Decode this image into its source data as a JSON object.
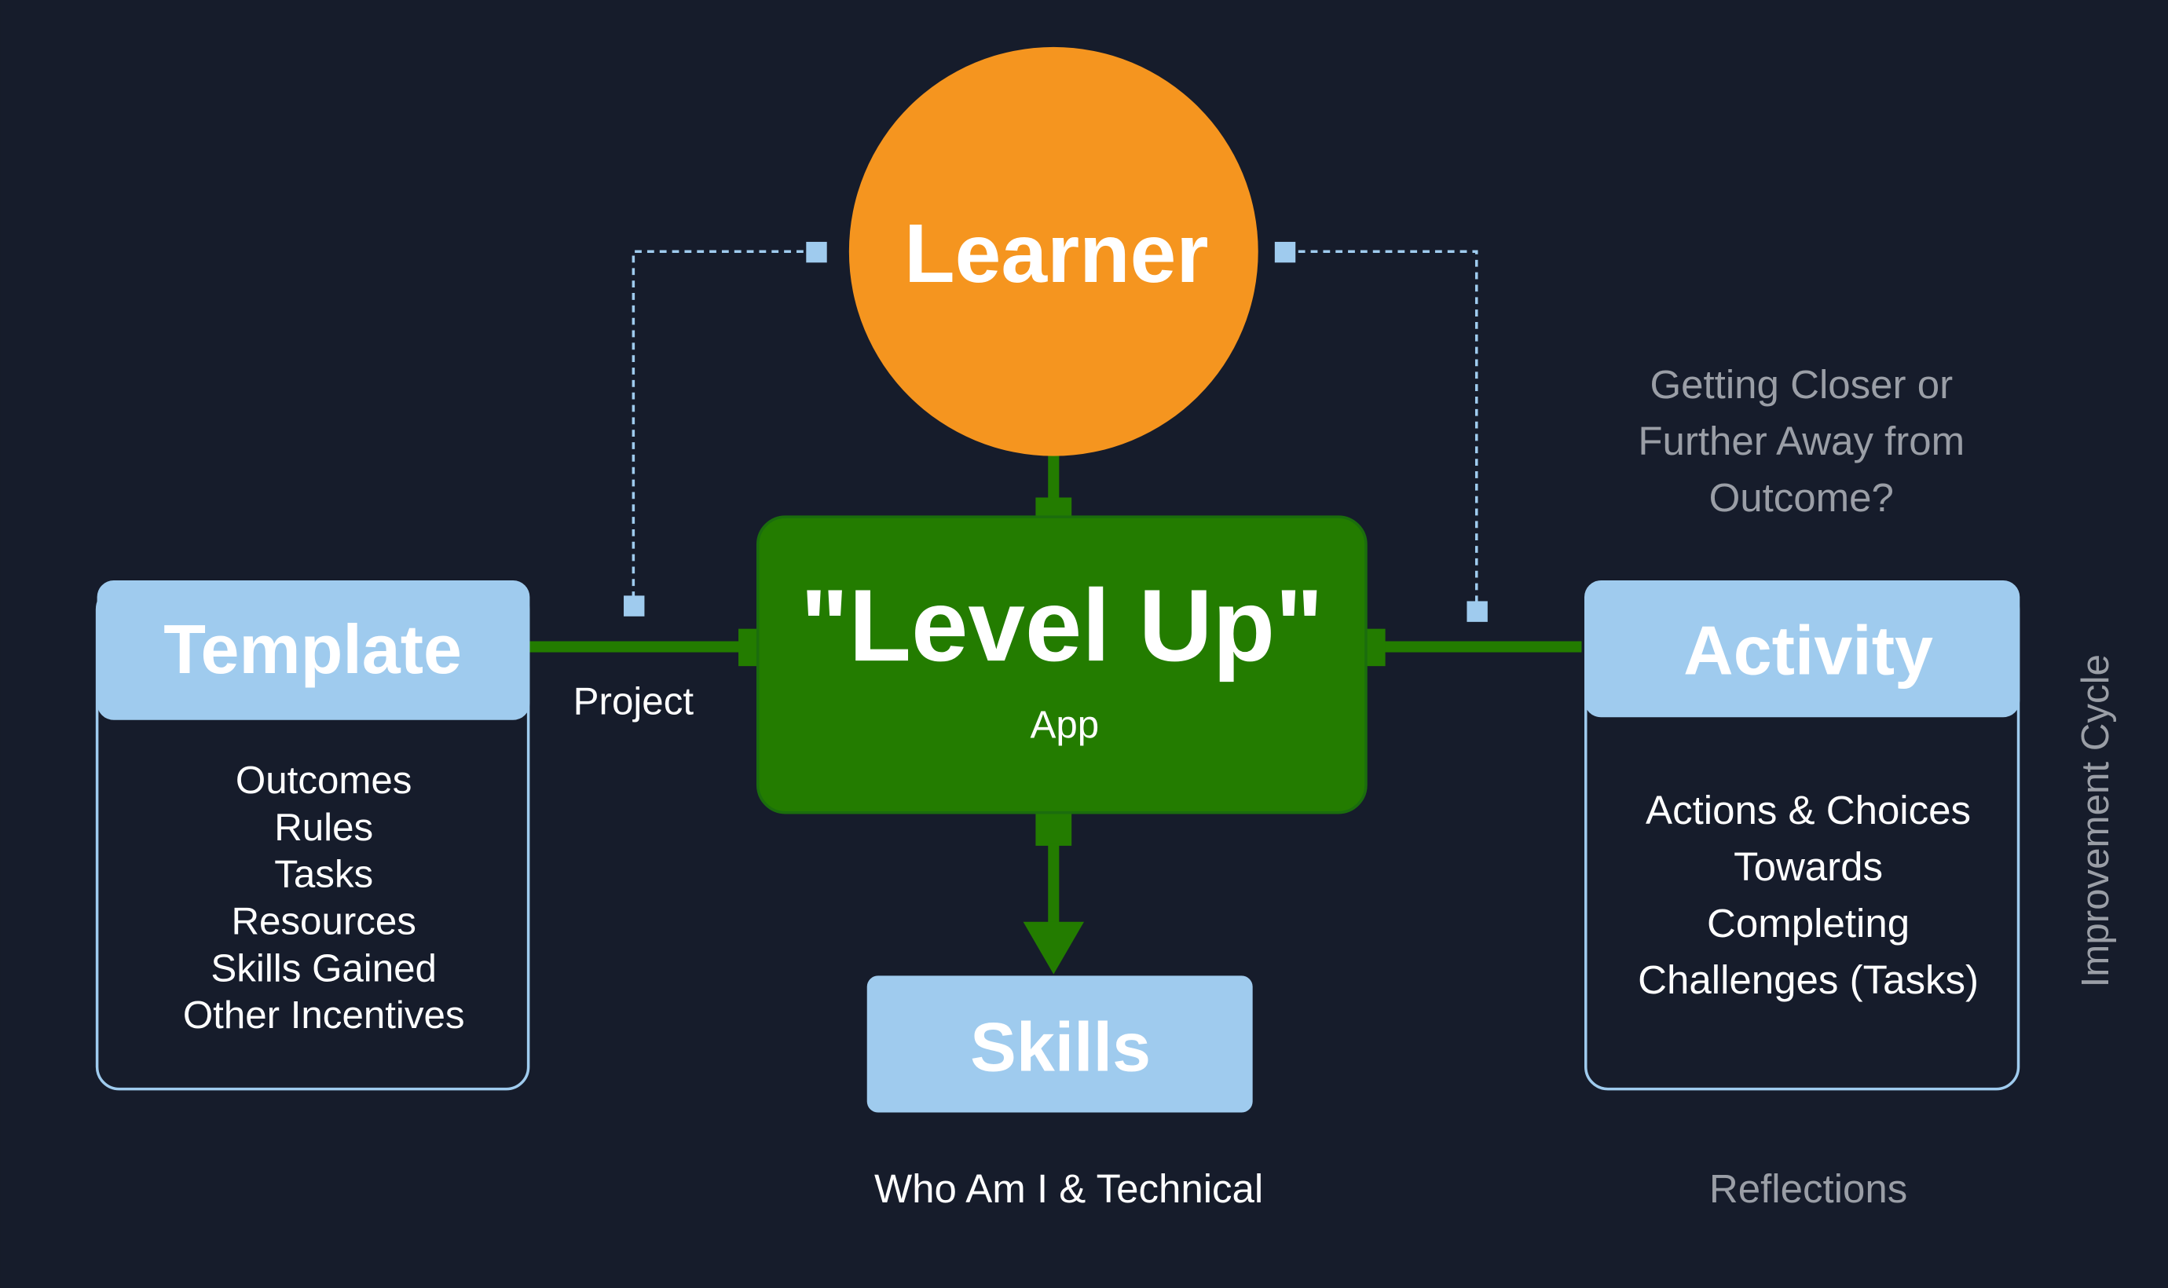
{
  "colors": {
    "background": "#161c2b",
    "learner": "#f5951f",
    "app": "#237c00",
    "box_header": "#9fcbee",
    "text": "#ffffff",
    "muted_text": "#9a9ea6"
  },
  "learner": {
    "label": "Learner"
  },
  "app": {
    "title": "\"Level Up\"",
    "subtitle": "App"
  },
  "template": {
    "title": "Template",
    "items": [
      "Outcomes",
      "Rules",
      "Tasks",
      "Resources",
      "Skills Gained",
      "Other Incentives"
    ]
  },
  "project_label": "Project",
  "activity": {
    "title": "Activity",
    "lines": [
      "Actions & Choices",
      "Towards",
      "Completing",
      "Challenges (Tasks)"
    ]
  },
  "skills": {
    "title": "Skills",
    "caption": "Who Am I & Technical"
  },
  "outcome_question": [
    "Getting Closer or",
    "Further Away from",
    "Outcome?"
  ],
  "reflections_label": "Reflections",
  "cycle_label": "Improvement Cycle"
}
